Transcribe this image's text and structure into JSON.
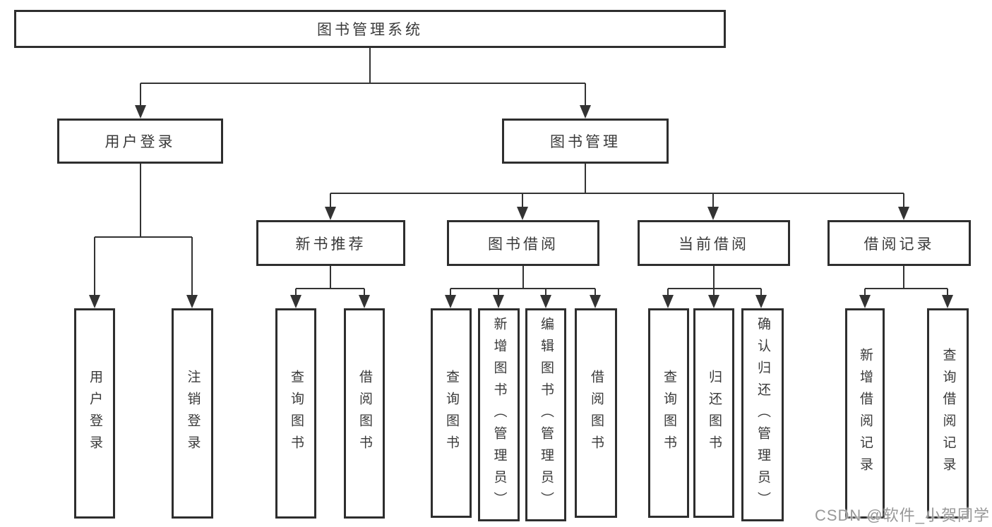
{
  "tree": {
    "root": {
      "label": "图书管理系统"
    },
    "branches": [
      {
        "label": "用户登录",
        "children": [
          {
            "label": "用户登录"
          },
          {
            "label": "注销登录"
          }
        ]
      },
      {
        "label": "图书管理",
        "children": [
          {
            "label": "新书推荐",
            "children": [
              {
                "label": "查询图书"
              },
              {
                "label": "借阅图书"
              }
            ]
          },
          {
            "label": "图书借阅",
            "children": [
              {
                "label": "查询图书"
              },
              {
                "label": "新增图书（管理员）"
              },
              {
                "label": "编辑图书（管理员）"
              },
              {
                "label": "借阅图书"
              }
            ]
          },
          {
            "label": "当前借阅",
            "children": [
              {
                "label": "查询图书"
              },
              {
                "label": "归还图书"
              },
              {
                "label": "确认归还（管理员）"
              }
            ]
          },
          {
            "label": "借阅记录",
            "children": [
              {
                "label": "新增借阅记录"
              },
              {
                "label": "查询借阅记录"
              }
            ]
          }
        ]
      }
    ]
  },
  "watermark": "CSDN @软件_小贺同学",
  "colors": {
    "line": "#333333",
    "box_border": "#2e2e2e",
    "text": "#3a3a3a",
    "background": "#ffffff",
    "watermark": "#989898"
  }
}
